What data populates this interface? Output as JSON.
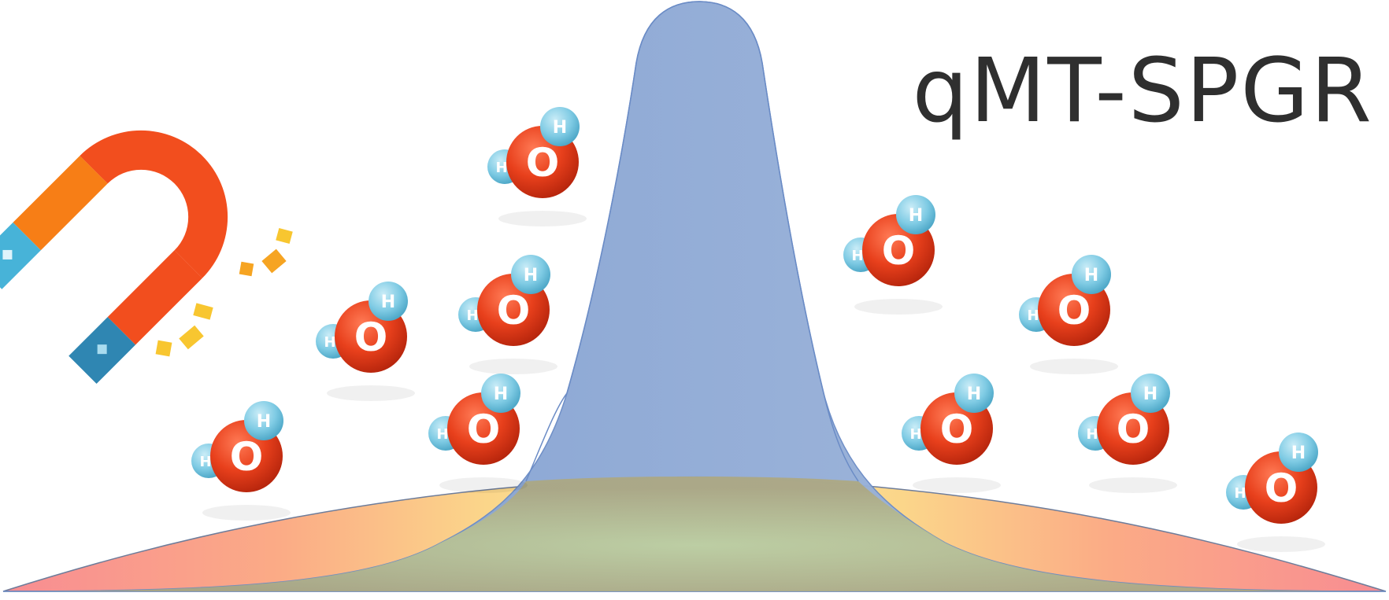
{
  "title": "qMT-SPGR",
  "molecule": {
    "oxygen_label": "O",
    "hydrogen_label": "H"
  },
  "icons": [
    "magnet-icon",
    "water-molecule-icon",
    "broad-lineshape",
    "narrow-lineshape"
  ],
  "colors": {
    "narrow_peak": "#8aa6d2",
    "broad_peak_edge": "#f88c92",
    "broad_peak_mid": "#fbd68a",
    "broad_peak_center": "#c8d89a",
    "oxygen": "#e8401c",
    "hydrogen": "#7fcbe4",
    "magnet_red": "#f24e1e",
    "magnet_orange": "#f77e16",
    "magnet_blue": "#2f86b2",
    "magnet_cyan": "#47b3d8",
    "spark_yellow": "#f8c630",
    "spark_orange": "#f6a422"
  }
}
